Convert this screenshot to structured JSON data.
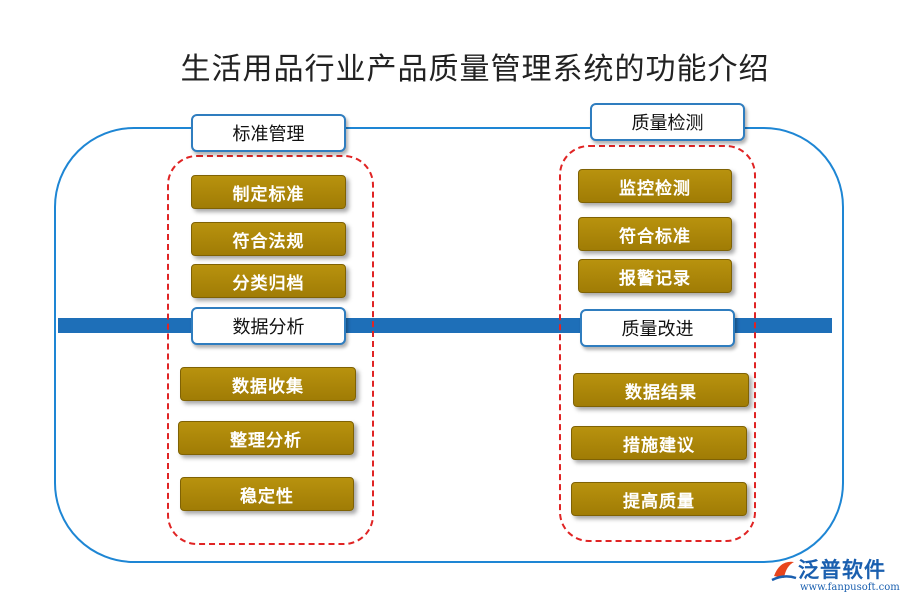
{
  "title": "生活用品行业产品质量管理系统的功能介绍",
  "sections": [
    {
      "header": "标准管理",
      "items": [
        "制定标准",
        "符合法规",
        "分类归档"
      ]
    },
    {
      "header": "质量检测",
      "items": [
        "监控检测",
        "符合标准",
        "报警记录"
      ]
    },
    {
      "header": "数据分析",
      "items": [
        "数据收集",
        "整理分析",
        "稳定性"
      ]
    },
    {
      "header": "质量改进",
      "items": [
        "数据结果",
        "措施建议",
        "提高质量"
      ]
    }
  ],
  "logo": {
    "name": "泛普软件",
    "url": "www.fanpusoft.com"
  },
  "colors": {
    "frame": "#1e86d4",
    "bar": "#1e6fb8",
    "dashed": "#e02424",
    "pill": "#a8840a"
  }
}
